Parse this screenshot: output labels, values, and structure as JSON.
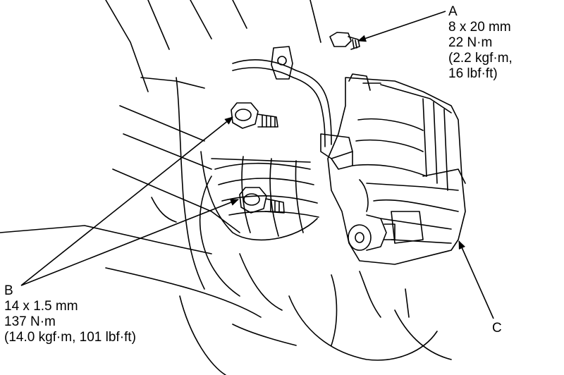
{
  "callouts": {
    "a": {
      "letter": "A",
      "lines": [
        "8 x 20 mm",
        "22 N·m",
        "(2.2 kgf·m,",
        "16 lbf·ft)"
      ]
    },
    "b": {
      "letter": "B",
      "lines": [
        "14 x 1.5 mm",
        "137 N·m",
        "(14.0 kgf·m, 101 lbf·ft)"
      ]
    },
    "c": {
      "letter": "C"
    }
  },
  "colors": {
    "line": "#000000",
    "background": "#ffffff"
  }
}
